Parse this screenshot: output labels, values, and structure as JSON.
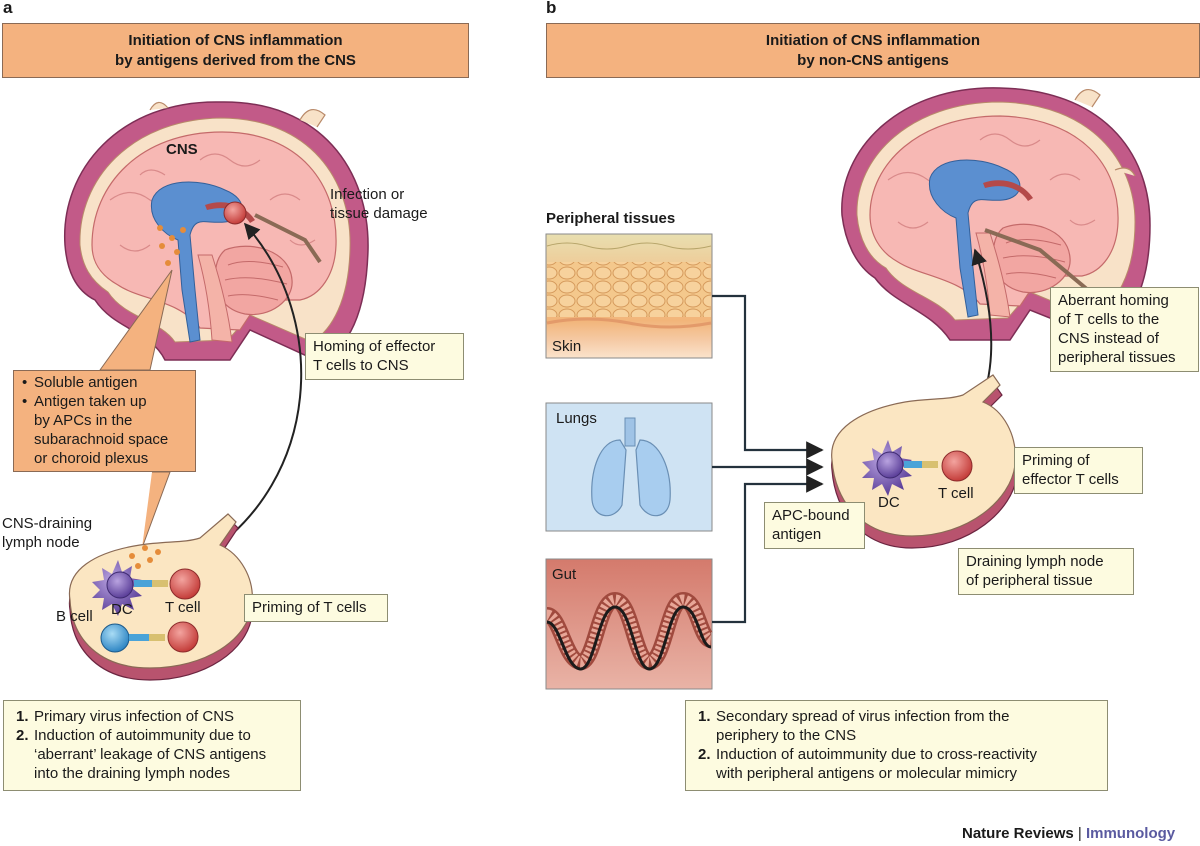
{
  "panel_a": {
    "letter": "a",
    "header": [
      "Initiation of CNS inflammation",
      "by antigens derived from the CNS"
    ],
    "cns_label": "CNS",
    "infection_label": [
      "Infection or",
      "tissue damage"
    ],
    "homing_box": [
      "Homing of effector",
      "T cells to CNS"
    ],
    "callout_items": [
      [
        "Soluble antigen"
      ],
      [
        "Antigen taken up",
        "by APCs in the",
        "subarachnoid space",
        "or choroid plexus"
      ]
    ],
    "lymph_node_label": [
      "CNS-draining",
      "lymph node"
    ],
    "cell_labels": {
      "dc": "DC",
      "t_cell": "T cell",
      "b_cell": "B cell"
    },
    "priming_box": "Priming of T cells",
    "summary": {
      "num1": "1.",
      "item1": [
        "Primary virus infection of CNS"
      ],
      "num2": "2.",
      "item2": [
        "Induction of autoimmunity due to",
        "‘aberrant’ leakage of CNS antigens",
        "into the draining lymph nodes"
      ]
    }
  },
  "panel_b": {
    "letter": "b",
    "header": [
      "Initiation of CNS inflammation",
      "by non-CNS antigens"
    ],
    "peripheral_title": "Peripheral tissues",
    "tissues": {
      "skin": "Skin",
      "lungs": "Lungs",
      "gut": "Gut"
    },
    "aberrant_box": [
      "Aberrant homing",
      "of T cells to the",
      "CNS instead of",
      "peripheral tissues"
    ],
    "priming_box": [
      "Priming of",
      "effector T cells"
    ],
    "apc_box": [
      "APC-bound",
      "antigen"
    ],
    "cell_labels": {
      "dc": "DC",
      "t_cell": "T cell"
    },
    "draining_box": [
      "Draining lymph node",
      "of peripheral tissue"
    ],
    "summary": {
      "num1": "1.",
      "item1": [
        "Secondary spread of virus infection from the",
        "periphery to the CNS"
      ],
      "num2": "2.",
      "item2": [
        "Induction of autoimmunity due to cross-reactivity",
        "with peripheral antigens or molecular mimicry"
      ]
    }
  },
  "footer": {
    "journal": "Nature Reviews",
    "separator": " | ",
    "section": "Immunology"
  },
  "colors": {
    "header_fill": "#f4b27f",
    "callout_fill": "#f4b27f",
    "box_fill": "#fdfbe0",
    "brain_fill": "#f7b8b4",
    "ventricle": "#5b8fd0",
    "skull": "#c25a88",
    "node_fill": "#fbe6c2",
    "t_cell": "#d9534f",
    "b_cell": "#4aa3d8",
    "dc": "#7b5bb4",
    "accent_text": "#5a5aa0"
  }
}
